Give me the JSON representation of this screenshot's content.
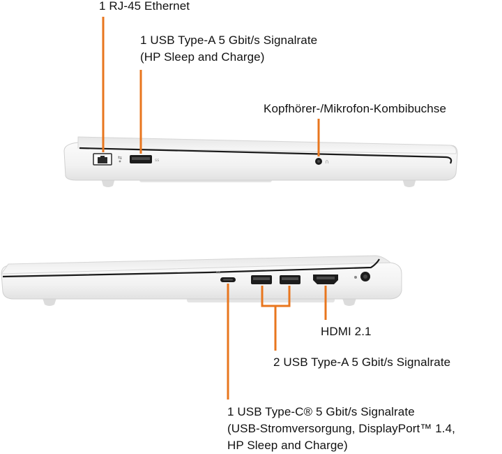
{
  "labels": {
    "rj45": "1 RJ-45 Ethernet",
    "usba_left_line1": "1 USB Type-A 5 Gbit/s Signalrate",
    "usba_left_line2": "(HP Sleep and Charge)",
    "audio": "Kopfhörer-/Mikrofon-Kombibuchse",
    "hdmi": "HDMI 2.1",
    "usba_right": "2 USB Type-A 5 Gbit/s Signalrate",
    "usbc_line1": "1 USB Type-C® 5 Gbit/s Signalrate",
    "usbc_line2": "(USB-Stromversorgung, DisplayPort™ 1.4,",
    "usbc_line3": "HP Sleep and Charge)"
  },
  "colors": {
    "leader": "#e8761e",
    "text": "#111111",
    "chassis": "#f4f4f4",
    "chassis_edge": "#d2d2d2",
    "port": "#1a1a1a"
  }
}
